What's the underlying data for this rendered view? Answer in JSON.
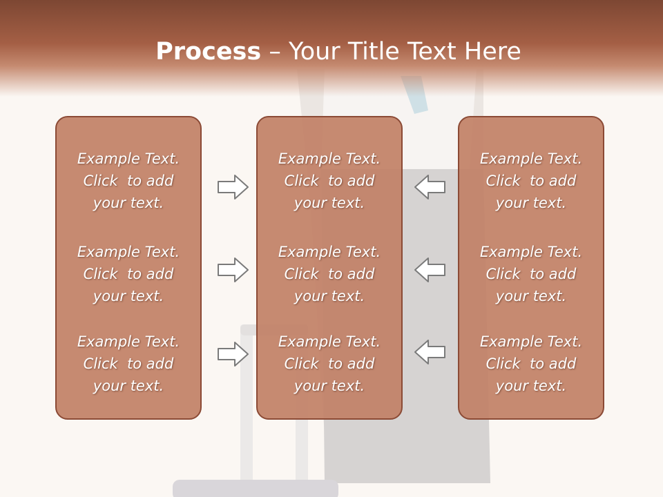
{
  "slide": {
    "title_bold": "Process",
    "title_dash": " – ",
    "title_rest": "Your Title Text Here",
    "columns": [
      {
        "items": [
          {
            "line1": "Example Text.",
            "line2": "Click  to add",
            "line3": "your text."
          },
          {
            "line1": "Example Text.",
            "line2": "Click  to add",
            "line3": "your text."
          },
          {
            "line1": "Example Text.",
            "line2": "Click  to add",
            "line3": "your text."
          }
        ]
      },
      {
        "items": [
          {
            "line1": "Example Text.",
            "line2": "Click  to add",
            "line3": "your text."
          },
          {
            "line1": "Example Text.",
            "line2": "Click  to add",
            "line3": "your text."
          },
          {
            "line1": "Example Text.",
            "line2": "Click  to add",
            "line3": "your text."
          }
        ]
      },
      {
        "items": [
          {
            "line1": "Example Text.",
            "line2": "Click  to add",
            "line3": "your text."
          },
          {
            "line1": "Example Text.",
            "line2": "Click  to add",
            "line3": "your text."
          },
          {
            "line1": "Example Text.",
            "line2": "Click  to add",
            "line3": "your text."
          }
        ]
      }
    ]
  },
  "icons": {
    "left_arrows": "arrow-right-icon",
    "right_arrows": "arrow-left-icon"
  },
  "colors": {
    "header_dark": "#7d4733",
    "box_fill": "#c18066",
    "box_border": "#8b4a35",
    "background": "#fbf7f3"
  }
}
